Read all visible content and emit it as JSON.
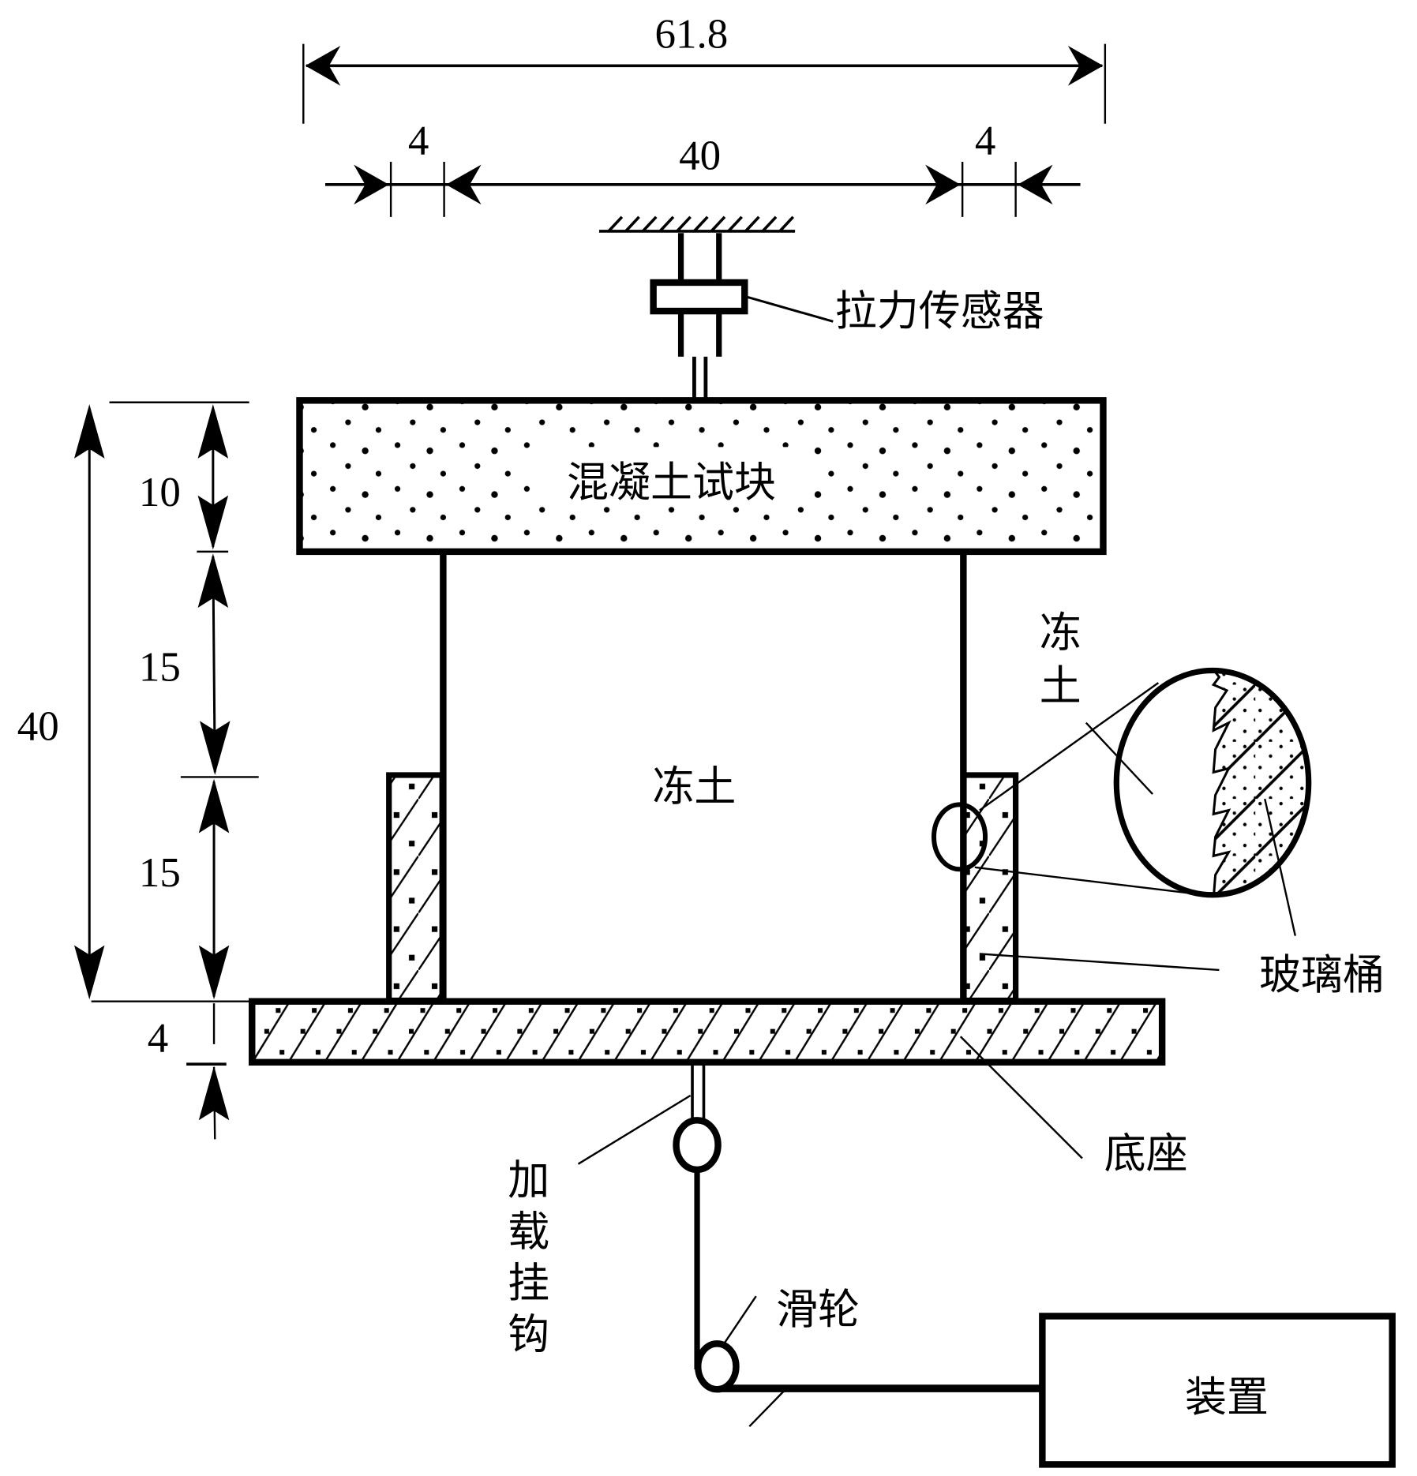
{
  "dimensions": {
    "overall_width": "61.8",
    "wall_left": "4",
    "inner_width": "40",
    "wall_right": "4",
    "concrete_height": "10",
    "upper_soil_height": "15",
    "lower_soil_height": "15",
    "total_height": "40",
    "base_thickness": "4"
  },
  "labels": {
    "tension_sensor": "拉力传感器",
    "concrete_block": "混凝土试块",
    "frozen_soil_center": "冻土",
    "frozen_soil_callout_1": "冻",
    "frozen_soil_callout_2": "土",
    "glass_barrel": "玻璃桶",
    "base": "底座",
    "loading_hook": [
      "加",
      "载",
      "挂",
      "钩"
    ],
    "pulley": "滑轮",
    "device": "装置"
  },
  "colors": {
    "stroke": "#000000",
    "background": "#ffffff"
  }
}
